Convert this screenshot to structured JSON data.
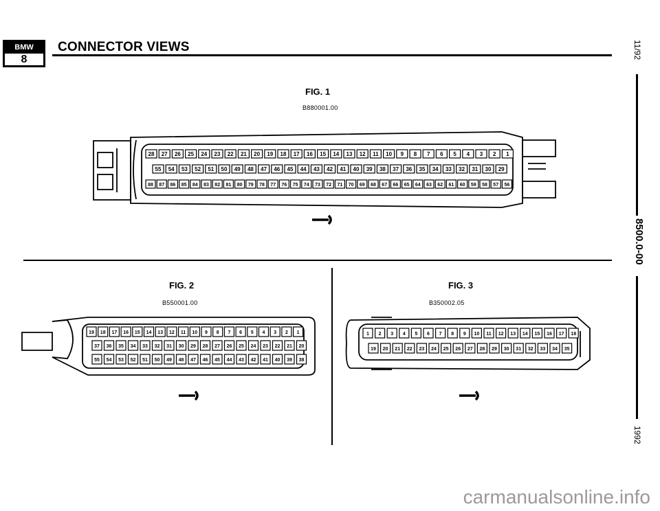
{
  "header": {
    "logo_top": "BMW",
    "logo_bottom": "8",
    "title": "CONNECTOR VIEWS"
  },
  "side_text": {
    "date": "11/92",
    "doc_number": "8500.0-00",
    "year": "1992"
  },
  "figures": [
    {
      "title": "FIG. 1",
      "code": "B880001.00",
      "rows": [
        [
          28,
          27,
          26,
          25,
          24,
          23,
          22,
          21,
          20,
          19,
          18,
          17,
          16,
          15,
          14,
          13,
          12,
          11,
          10,
          9,
          8,
          7,
          6,
          5,
          4,
          3,
          2,
          1
        ],
        [
          55,
          54,
          53,
          52,
          51,
          50,
          49,
          48,
          47,
          46,
          45,
          44,
          43,
          42,
          41,
          40,
          39,
          38,
          37,
          36,
          35,
          34,
          33,
          32,
          31,
          30,
          29
        ],
        [
          88,
          87,
          86,
          85,
          84,
          83,
          82,
          81,
          80,
          79,
          78,
          77,
          76,
          75,
          74,
          73,
          72,
          71,
          70,
          69,
          68,
          67,
          66,
          65,
          64,
          63,
          62,
          61,
          60,
          59,
          58,
          57,
          56
        ]
      ]
    },
    {
      "title": "FIG. 2",
      "code": "B550001.00",
      "rows": [
        [
          19,
          18,
          17,
          16,
          15,
          14,
          13,
          12,
          11,
          10,
          9,
          8,
          7,
          6,
          5,
          4,
          3,
          2,
          1
        ],
        [
          37,
          36,
          35,
          34,
          33,
          32,
          31,
          30,
          29,
          28,
          27,
          26,
          25,
          24,
          23,
          22,
          21,
          20
        ],
        [
          55,
          54,
          53,
          52,
          51,
          50,
          49,
          48,
          47,
          46,
          45,
          44,
          43,
          42,
          41,
          40,
          39,
          38
        ]
      ]
    },
    {
      "title": "FIG. 3",
      "code": "B350002.05",
      "rows": [
        [
          1,
          2,
          3,
          4,
          5,
          6,
          7,
          8,
          9,
          10,
          11,
          12,
          13,
          14,
          15,
          16,
          17,
          18
        ],
        [
          19,
          20,
          21,
          22,
          23,
          24,
          25,
          26,
          27,
          28,
          29,
          30,
          31,
          32,
          33,
          34,
          35
        ]
      ]
    }
  ],
  "watermark": "carmanualsonline.info"
}
